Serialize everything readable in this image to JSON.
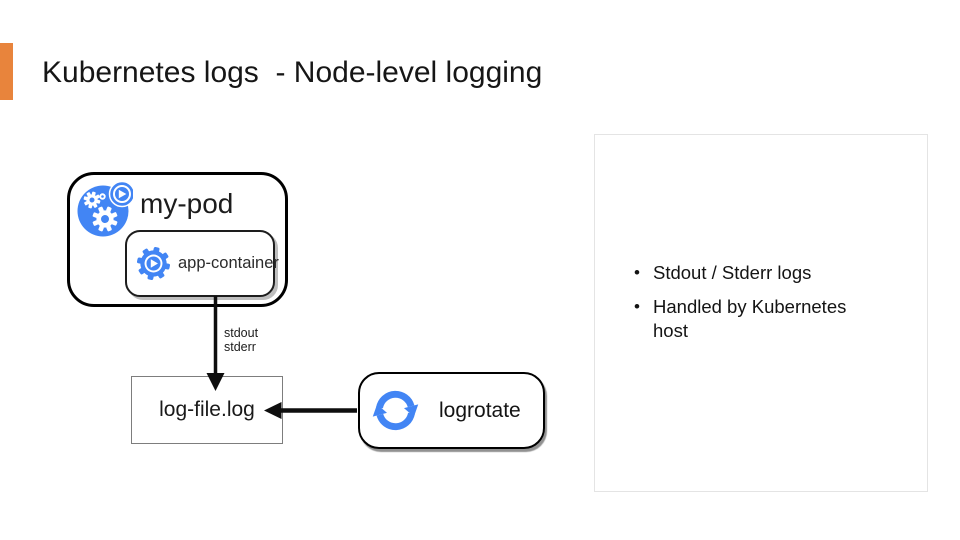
{
  "slide": {
    "title": "Kubernetes logs  - Node-level logging",
    "accent_bar_color": "#e8843c",
    "background_color": "#ffffff"
  },
  "diagram": {
    "icon_color": "#4285f4",
    "nodes": {
      "pod": {
        "label": "my-pod",
        "icon": "kubernetes-pod-icon",
        "shape": "rounded-rect"
      },
      "container": {
        "label": "app-container",
        "icon": "container-gear-icon",
        "shape": "rounded-rect",
        "parent": "pod"
      },
      "logfile": {
        "label": "log-file.log",
        "shape": "rect"
      },
      "logrotate": {
        "label": "logrotate",
        "icon": "rotate-arrows-icon",
        "shape": "rounded-rect"
      }
    },
    "edges": [
      {
        "from": "app-container",
        "to": "log-file.log",
        "direction": "down",
        "label_line1": "stdout",
        "label_line2": "stderr"
      },
      {
        "from": "logrotate",
        "to": "log-file.log",
        "direction": "left",
        "label_line1": "",
        "label_line2": ""
      }
    ]
  },
  "notes_panel": {
    "bullets": [
      "Stdout / Stderr logs",
      "Handled by Kubernetes host"
    ]
  }
}
